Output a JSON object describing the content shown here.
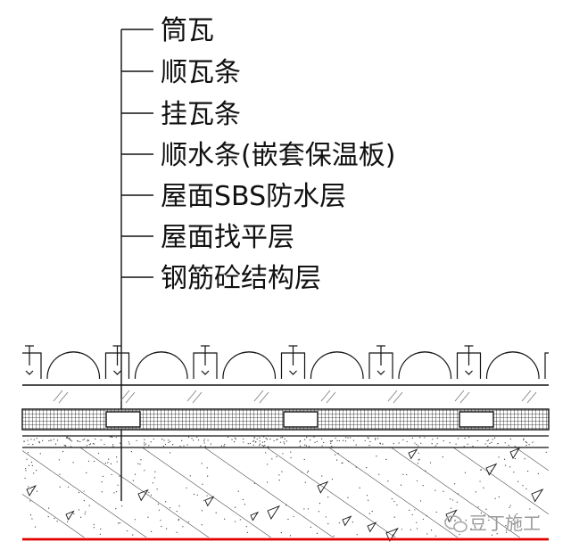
{
  "diagram": {
    "layer_labels": [
      "筒瓦",
      "顺瓦条",
      "挂瓦条",
      "顺水条(嵌套保温板)",
      "屋面SBS防水层",
      "屋面找平层",
      "钢筋砼结构层"
    ],
    "colors": {
      "line": "#111111",
      "base_line": "#e00000",
      "watermark": "#9a9a9a"
    }
  },
  "watermark": {
    "text": "豆丁施工",
    "icon": "wechat-icon"
  }
}
